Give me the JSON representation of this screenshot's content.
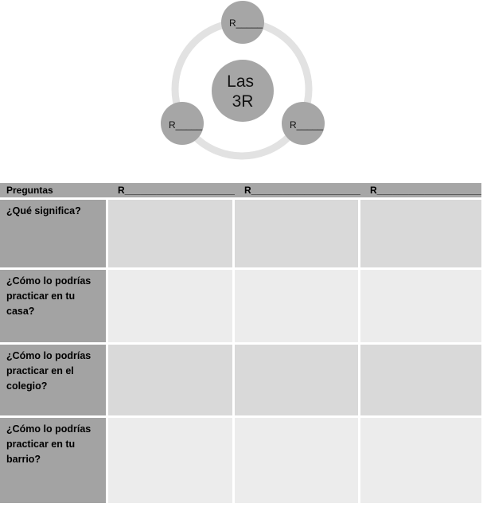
{
  "diagram": {
    "center": {
      "line1": "Las",
      "line2": "3R"
    },
    "satellites": [
      {
        "position": "top",
        "label": "R_____"
      },
      {
        "position": "bottom-left",
        "label": "R_____"
      },
      {
        "position": "bottom-right",
        "label": "R_____"
      }
    ],
    "colors": {
      "ring": "#e2e2e2",
      "circle_fill": "#a6a6a6",
      "text": "#111111"
    }
  },
  "table": {
    "header": {
      "col0": "Preguntas",
      "col1": "R______________________",
      "col2": "R______________________",
      "col3": "R______________________"
    },
    "rows": [
      {
        "question": "¿Qué significa?",
        "answers": [
          "",
          "",
          ""
        ]
      },
      {
        "question": "¿Cómo lo podrías practicar en tu casa?",
        "answers": [
          "",
          "",
          ""
        ]
      },
      {
        "question": "¿Cómo lo podrías practicar en el colegio?",
        "answers": [
          "",
          "",
          ""
        ]
      },
      {
        "question": "¿Cómo lo podrías practicar en tu barrio?",
        "answers": [
          "",
          "",
          ""
        ]
      }
    ],
    "colors": {
      "header_bg": "#a6a6a6",
      "question_bg": "#a3a3a3",
      "row_dark_bg": "#d9d9d9",
      "row_light_bg": "#ececec"
    }
  }
}
